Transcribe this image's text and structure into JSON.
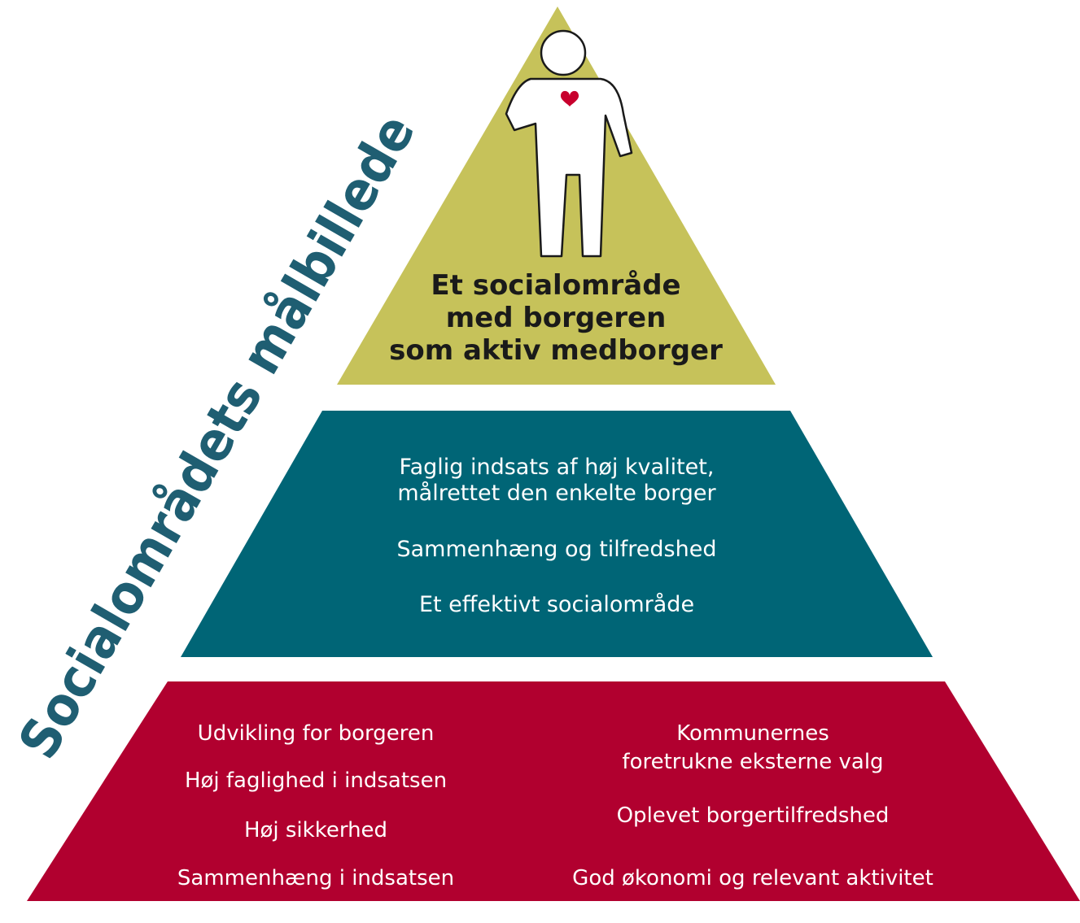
{
  "colors": {
    "top": "#c6c25a",
    "middle": "#006576",
    "bottom": "#b1002f",
    "title": "#1f5e72",
    "heart": "#c8002d"
  },
  "side_title": "Socialområdets målbillede",
  "top": {
    "icon": "person-with-heart-icon",
    "lines": [
      "Et socialområde",
      "med borgeren",
      "som aktiv medborger"
    ]
  },
  "middle": {
    "items": [
      "Faglig indsats af høj kvalitet,",
      "målrettet den enkelte borger",
      "Sammenhæng og tilfredshed",
      "Et effektivt socialområde"
    ]
  },
  "bottom": {
    "left": [
      "Udvikling for borgeren",
      "Høj faglighed i indsatsen",
      "Høj sikkerhed",
      "Sammenhæng i indsatsen"
    ],
    "right": [
      "Kommunernes",
      "foretrukne eksterne valg",
      "Oplevet borgertilfredshed",
      "God økonomi og relevant aktivitet"
    ]
  }
}
